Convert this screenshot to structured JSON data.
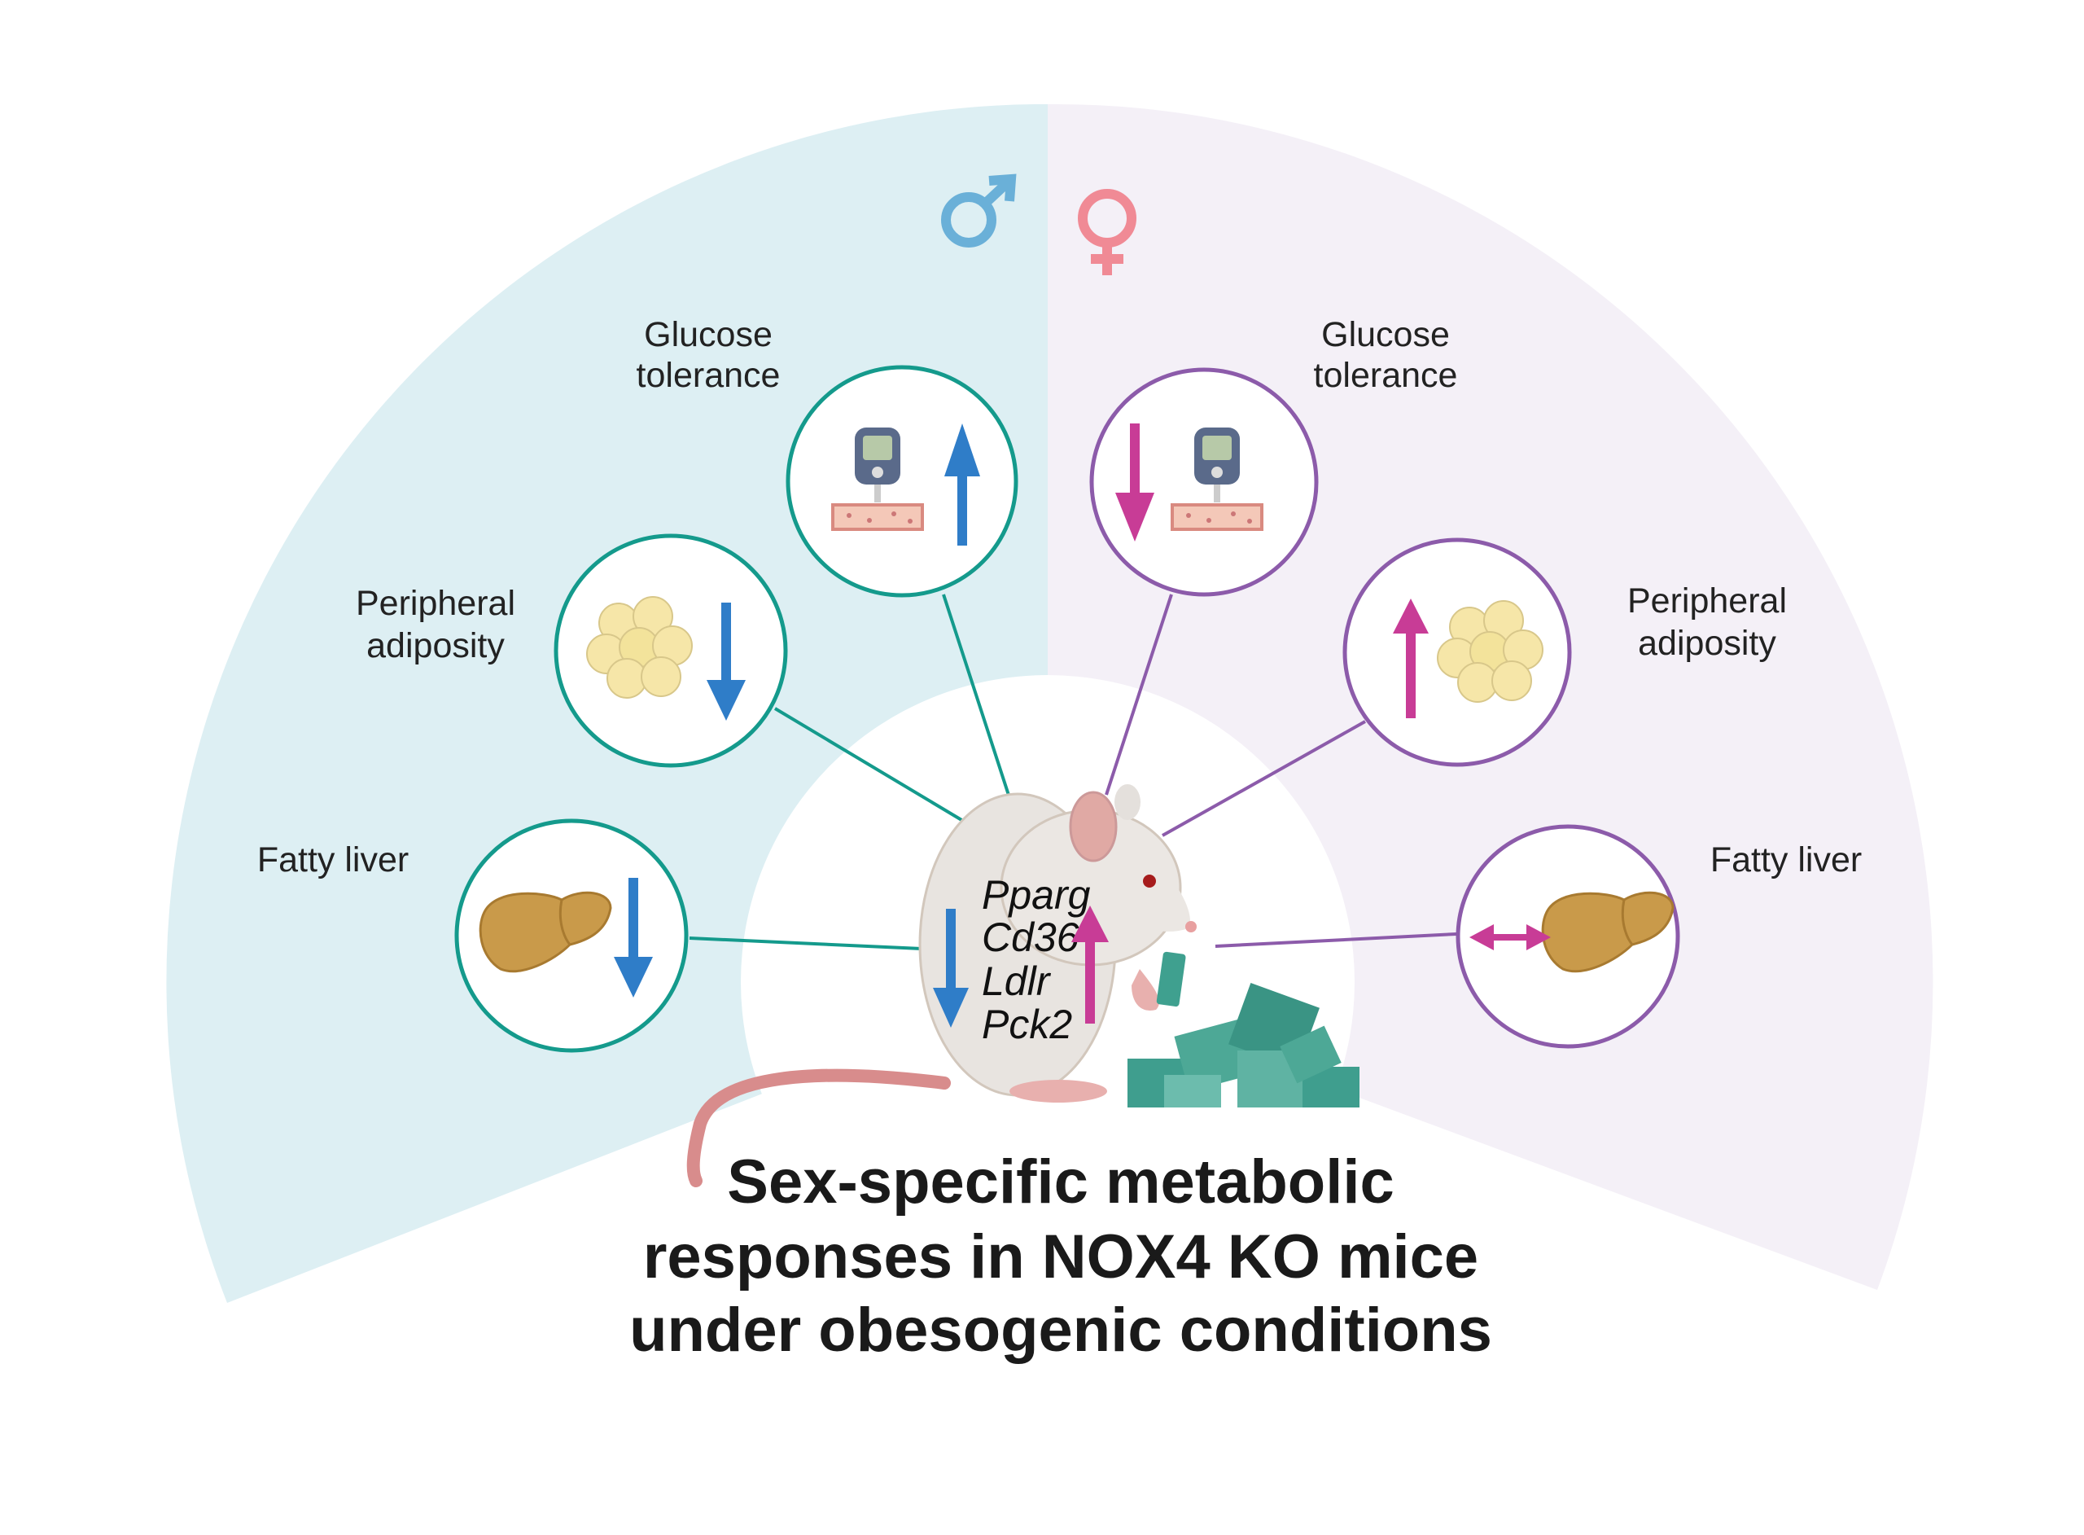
{
  "title": {
    "line1": "Sex-specific metabolic",
    "line2": "responses in NOX4 KO mice",
    "line3": "under obesogenic conditions"
  },
  "male": {
    "symbol": "♂",
    "color": "#6AB0D8",
    "glucose": {
      "label1": "Glucose",
      "label2": "tolerance",
      "direction": "up"
    },
    "adiposity": {
      "label1": "Peripheral",
      "label2": "adiposity",
      "direction": "down"
    },
    "liver": {
      "label1": "Fatty liver",
      "direction": "down"
    }
  },
  "female": {
    "symbol": "♀",
    "color": "#F08A95",
    "glucose": {
      "label1": "Glucose",
      "label2": "tolerance",
      "direction": "down"
    },
    "adiposity": {
      "label1": "Peripheral",
      "label2": "adiposity",
      "direction": "up"
    },
    "liver": {
      "label1": "Fatty liver",
      "direction": "unchanged"
    }
  },
  "genes": [
    "Pparg",
    "Cd36",
    "Ldlr",
    "Pck2"
  ],
  "colors": {
    "male_bg": "#DDEFF3",
    "female_bg": "#F4F0F7",
    "male_ring": "#149A8C",
    "female_ring": "#8C5BAA",
    "blue_arrow": "#2F7DC8",
    "magenta_arrow": "#C83C96"
  }
}
